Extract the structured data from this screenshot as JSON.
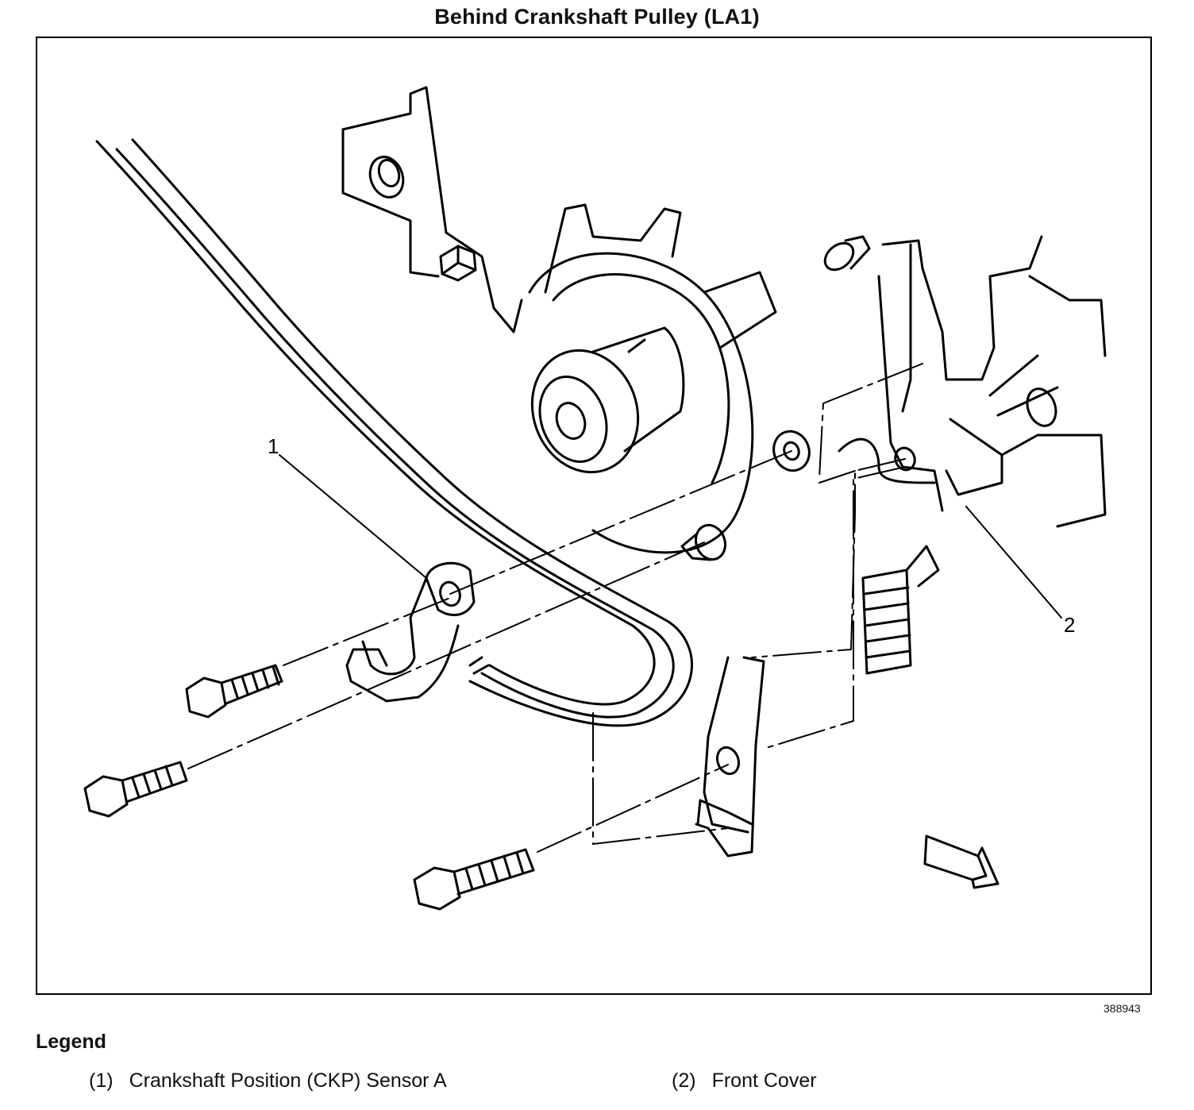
{
  "title": "Behind Crankshaft Pulley (LA1)",
  "figure_id": "388943",
  "callouts": [
    {
      "label": "1"
    },
    {
      "label": "2"
    }
  ],
  "legend": {
    "heading": "Legend",
    "items": [
      {
        "num": "(1)",
        "text": "Crankshaft Position (CKP) Sensor A"
      },
      {
        "num": "(2)",
        "text": "Front Cover"
      }
    ]
  }
}
